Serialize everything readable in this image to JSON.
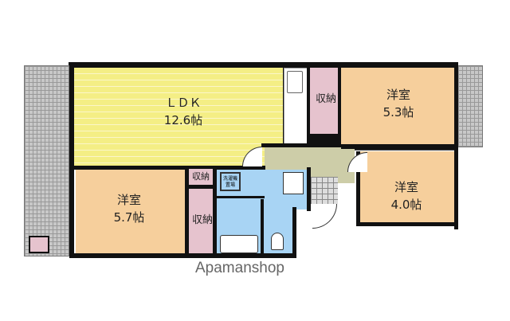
{
  "rooms": {
    "ldk": {
      "name": "ＬＤＫ",
      "size": "12.6帖"
    },
    "room_a": {
      "name": "洋室",
      "size": "5.3帖"
    },
    "room_b": {
      "name": "洋室",
      "size": "4.0帖"
    },
    "room_c": {
      "name": "洋室",
      "size": "5.7帖"
    },
    "storage_1": "収納",
    "storage_2": "収納",
    "storage_3": "収納",
    "washer": "洗濯機置場"
  },
  "watermark": "Apamanshop",
  "colors": {
    "ldk": "#f4ee85",
    "room": "#f6cf9c",
    "storage": "#e6c3ce",
    "wet_area": "#a8d4f4",
    "hall": "#cdcda8"
  }
}
